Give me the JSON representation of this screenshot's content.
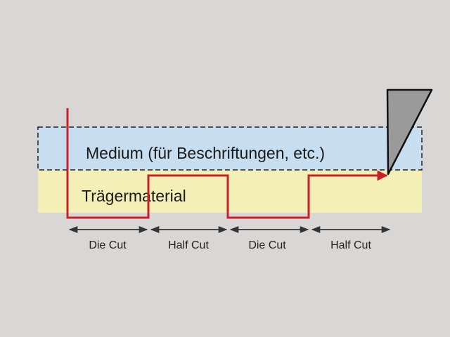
{
  "layers": {
    "medium": {
      "label": "Medium (für Beschriftungen, etc.)",
      "color": "#c6def0"
    },
    "carrier": {
      "label": "Trägermaterial",
      "color": "#f3efb6"
    }
  },
  "cut_path_color": "#c8202a",
  "blade": {
    "color": "#9a9a9a",
    "icon": "blade-icon"
  },
  "segments": [
    {
      "label": "Die Cut"
    },
    {
      "label": "Half Cut"
    },
    {
      "label": "Die Cut"
    },
    {
      "label": "Half Cut"
    }
  ]
}
